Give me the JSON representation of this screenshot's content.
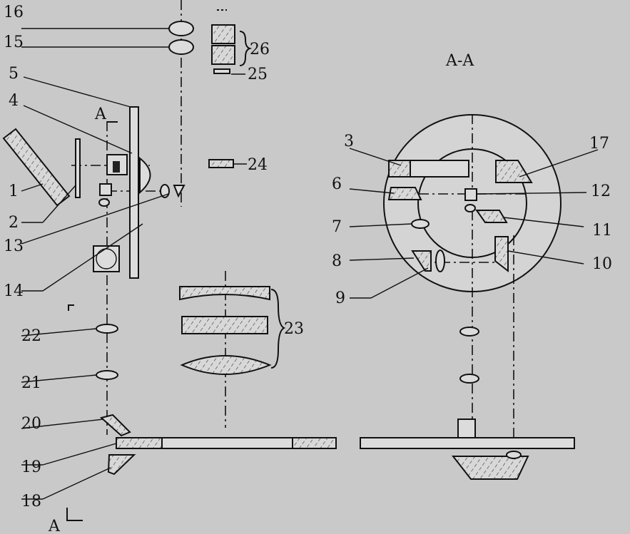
{
  "section_title": "A-A",
  "section_marks": [
    "A",
    "A"
  ],
  "labels": [
    "1",
    "2",
    "3",
    "4",
    "5",
    "6",
    "7",
    "8",
    "9",
    "10",
    "11",
    "12",
    "13",
    "14",
    "15",
    "16",
    "17",
    "18",
    "19",
    "20",
    "21",
    "22",
    "23",
    "24",
    "25",
    "26"
  ]
}
